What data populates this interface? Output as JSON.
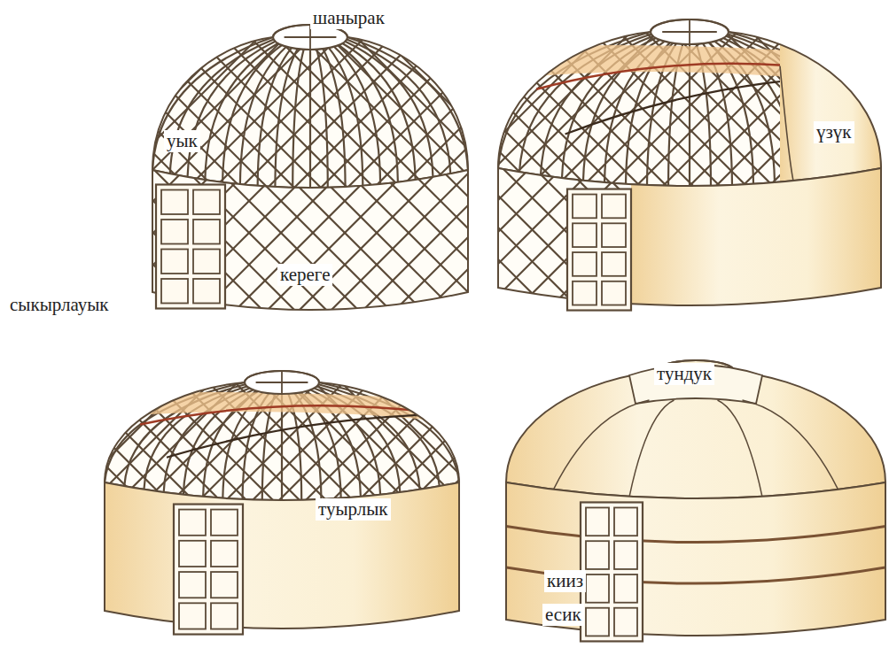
{
  "diagram": {
    "labels": [
      "шанырак",
      "уык",
      "кереге",
      "сыкырлауык",
      "үзүк",
      "туырлык",
      "тундук",
      "кииз",
      "есик"
    ]
  }
}
